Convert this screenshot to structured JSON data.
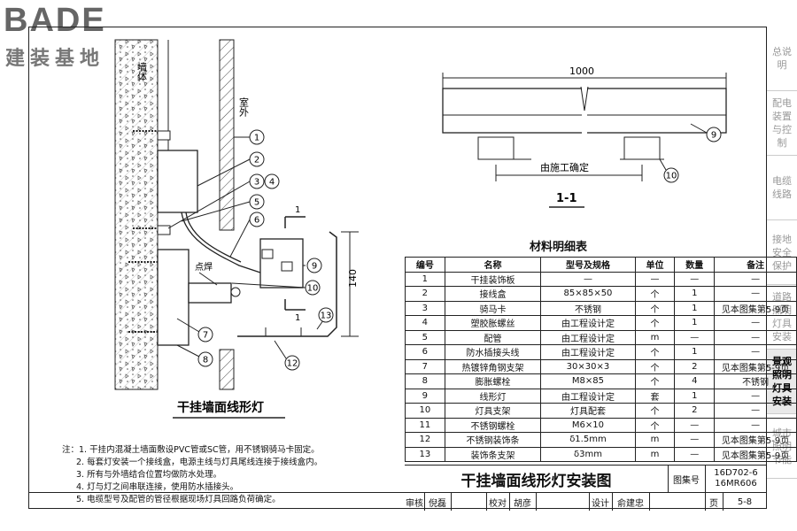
{
  "brand": {
    "logo": "BADE",
    "sub": "建装基地"
  },
  "side_nav": [
    {
      "label": "总说明",
      "active": false
    },
    {
      "label": "配电装置与控制",
      "active": false
    },
    {
      "label": "电缆线路",
      "active": false
    },
    {
      "label": "接地安全保护",
      "active": false
    },
    {
      "label": "道路照明灯具安装",
      "active": false
    },
    {
      "label": "景观照明灯具安装",
      "active": true
    },
    {
      "label": "城市照明节能",
      "active": false
    }
  ],
  "left_drawing": {
    "wall_label": "墙体",
    "outdoor_label": "室外",
    "weld_label": "点焊",
    "dim_140": "140",
    "section_mark": "1",
    "callouts": [
      "1",
      "2",
      "3",
      "4",
      "5",
      "6",
      "7",
      "8",
      "9",
      "10",
      "11",
      "12",
      "13"
    ],
    "caption": "干挂墙面线形灯"
  },
  "right_drawing": {
    "dim_1000": "1000",
    "site_note": "由施工确定",
    "section_title": "1-1",
    "callouts": [
      "9",
      "10"
    ]
  },
  "materials": {
    "title": "材料明细表",
    "headers": [
      "编号",
      "名称",
      "型号及规格",
      "单位",
      "数量",
      "备注"
    ],
    "rows": [
      [
        "1",
        "干挂装饰板",
        "—",
        "—",
        "—",
        "—"
      ],
      [
        "2",
        "接线盒",
        "85×85×50",
        "个",
        "1",
        "—"
      ],
      [
        "3",
        "骑马卡",
        "不锈钢",
        "个",
        "1",
        "见本图集第5-9页"
      ],
      [
        "4",
        "塑胶胀螺丝",
        "由工程设计定",
        "个",
        "1",
        "—"
      ],
      [
        "5",
        "配管",
        "由工程设计定",
        "m",
        "—",
        "—"
      ],
      [
        "6",
        "防水插接头线",
        "由工程设计定",
        "个",
        "1",
        "—"
      ],
      [
        "7",
        "热镀锌角钢支架",
        "30×30×3",
        "个",
        "2",
        "见本图集第5-9页"
      ],
      [
        "8",
        "膨胀螺栓",
        "M8×85",
        "个",
        "4",
        "不锈钢"
      ],
      [
        "9",
        "线形灯",
        "由工程设计定",
        "套",
        "1",
        "—"
      ],
      [
        "10",
        "灯具支架",
        "灯具配套",
        "个",
        "2",
        "—"
      ],
      [
        "11",
        "不锈钢螺栓",
        "M6×10",
        "个",
        "—",
        "—"
      ],
      [
        "12",
        "不锈钢装饰条",
        "δ1.5mm",
        "m",
        "—",
        "见本图集第5-9页"
      ],
      [
        "13",
        "装饰条支架",
        "δ3mm",
        "m",
        "—",
        "见本图集第5-9页"
      ]
    ]
  },
  "notes": [
    "注：1. 干挂内混凝土墙面敷设PVC管或SC管，用不锈钢骑马卡固定。",
    "2. 每套灯安装一个接线盒，电源主线与灯具尾线连接于接线盒内。",
    "3. 所有与外墙结合位置均做防水处理。",
    "4. 灯与灯之间串联连接，使用防水插接头。",
    "5. 电缆型号及配管的管径根据现场灯具回路负荷确定。"
  ],
  "title_block": {
    "title": "干挂墙面线形灯安装图",
    "atlas_label": "图集号",
    "atlas_no": "16D702-6",
    "atlas_no2": "16MR606",
    "review": "审核",
    "reviewer": "倪磊",
    "check": "校对",
    "checker": "胡彦",
    "design": "设计",
    "designer": "俞建忠",
    "page_label": "页",
    "page": "5-8"
  }
}
